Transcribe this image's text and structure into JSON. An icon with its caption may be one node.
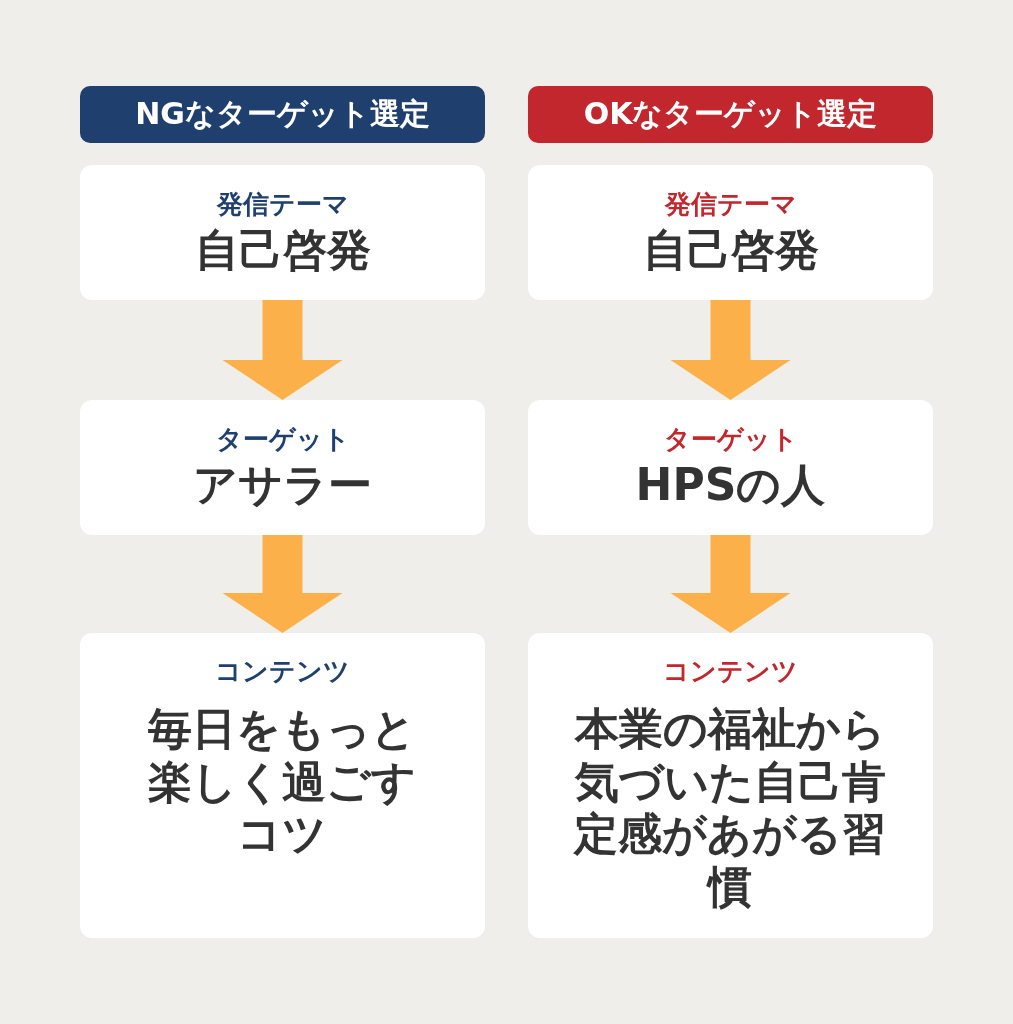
{
  "diagram": {
    "nodes": [
      {
        "text": [
          "NGなターゲット選定"
        ]
      },
      {
        "text": [
          "OKなターゲット選定"
        ]
      },
      {
        "text": [
          "発信テーマ",
          "自己啓発"
        ]
      },
      {
        "text": [
          "発信テーマ",
          "自己啓発"
        ]
      },
      {
        "text": [
          "ターゲット",
          "アサラー"
        ]
      },
      {
        "text": [
          "ターゲット",
          "HPSの人"
        ]
      },
      {
        "text": [
          "コンテンツ",
          "毎日をもっと楽しく過ごすコツ"
        ]
      },
      {
        "text": [
          "コンテンツ",
          "本業の福祉から気づいた自己肯定感があがる習慣"
        ]
      }
    ],
    "edges": [
      {
        "from": 2,
        "to": 4,
        "arrow": "to"
      },
      {
        "from": 4,
        "to": 6,
        "arrow": "to"
      },
      {
        "from": 3,
        "to": 5,
        "arrow": "to"
      },
      {
        "from": 5,
        "to": 7,
        "arrow": "to"
      }
    ]
  }
}
